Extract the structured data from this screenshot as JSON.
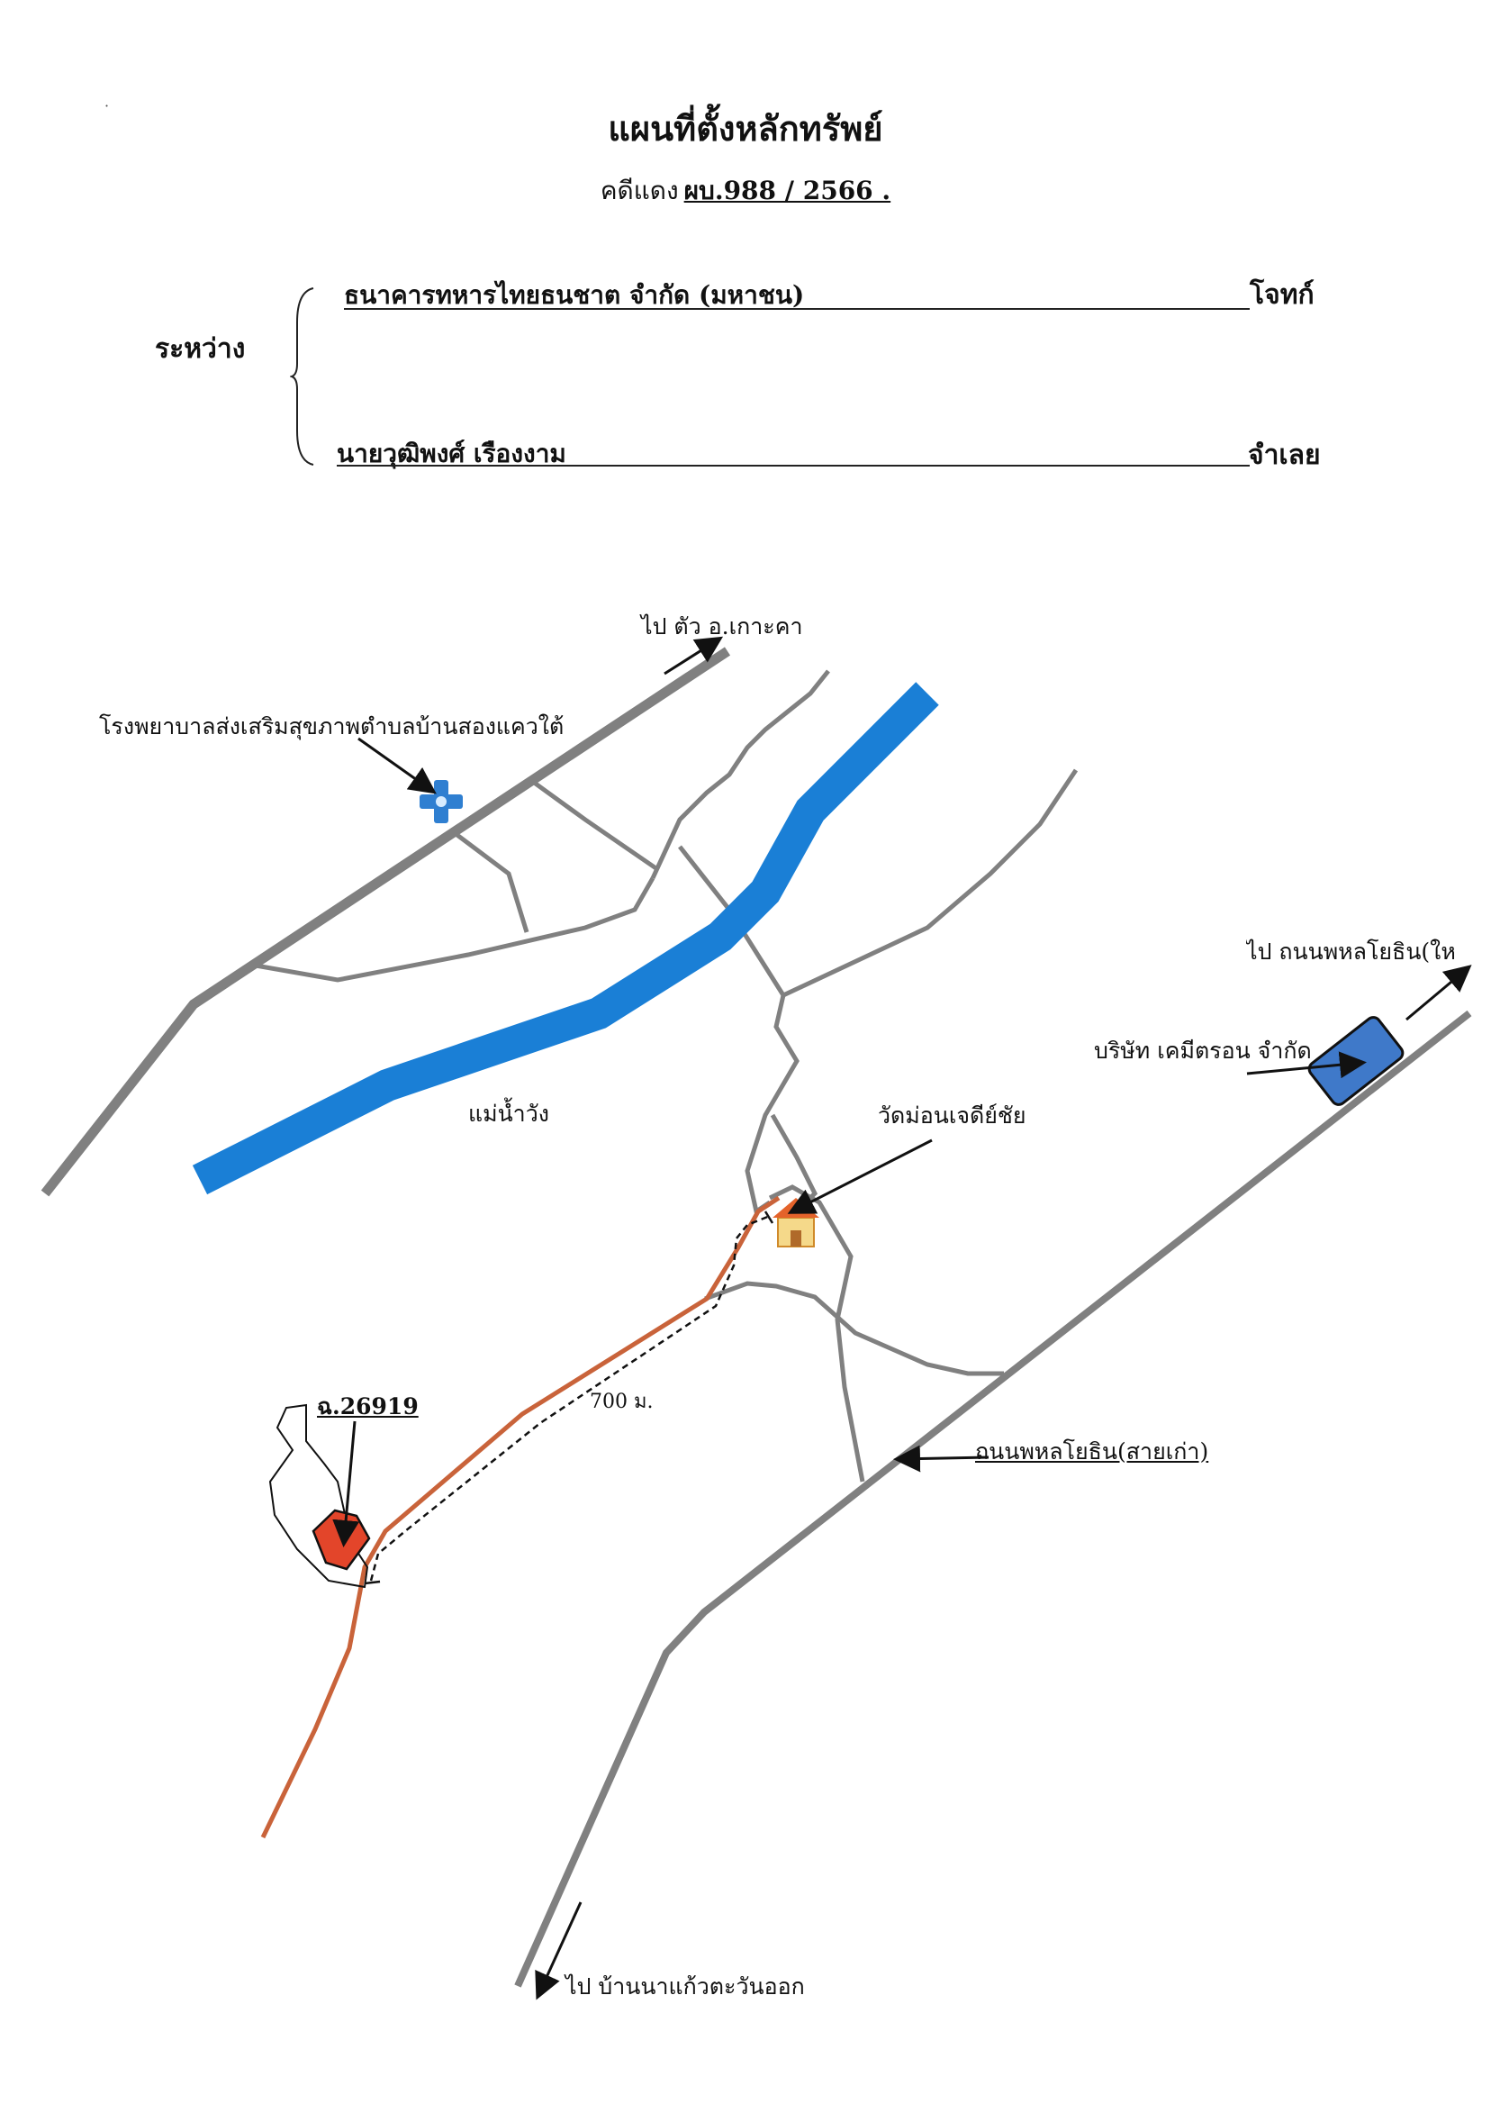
{
  "header": {
    "title": "แผนที่ตั้งหลักทรัพย์",
    "case_prefix": "คดีแดง",
    "case_number": "ผบ.988 / 2566 ."
  },
  "parties": {
    "between_label": "ระหว่าง",
    "plaintiff_name": "ธนาคารทหารไทยธนชาต จำกัด (มหาชน)",
    "plaintiff_role": "โจทก์",
    "defendant_name": "นายวุฒิพงศ์ เรืองงาม",
    "defendant_role": "จำเลย"
  },
  "map": {
    "labels": {
      "to_koh_kha": "ไป ตัว อ.เกาะคา",
      "hospital": "โรงพยาบาลส่งเสริมสุขภาพตำบลบ้านสองแควใต้",
      "to_phahonyothin_new": "ไป ถนนพหลโยธิน(ให",
      "company": "บริษัท เคมีตรอน จำกัด",
      "river": "แม่น้ำวัง",
      "temple": "วัดม่อนเจดีย์ชัย",
      "deed": "ฉ.26919",
      "distance": "700 ม.",
      "road_old": "ถนนพหลโยธิน(สายเก่า)",
      "to_ban_na_kaeo": "ไป บ้านนาแก้วตะวันออก"
    },
    "colors": {
      "road": "#808080",
      "river": "#1a7fd6",
      "route": "#c9633a",
      "parcel": "#e3452a",
      "company_box": "#3f79c9"
    },
    "icons": [
      "hospital-icon",
      "temple-icon",
      "parcel-icon",
      "company-icon"
    ]
  }
}
